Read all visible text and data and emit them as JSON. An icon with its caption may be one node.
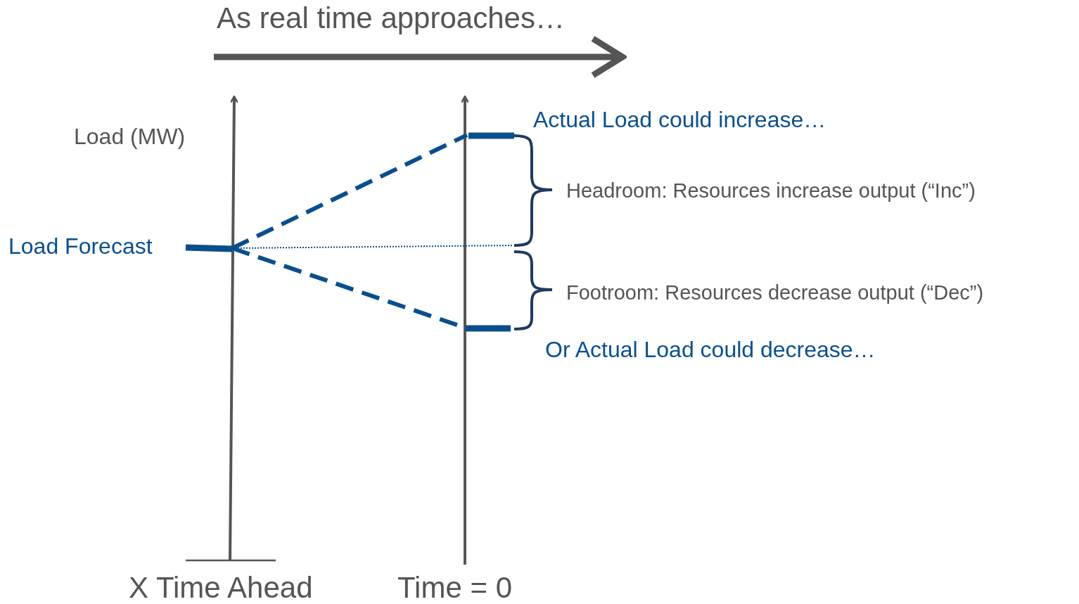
{
  "diagram": {
    "title": "As real time approaches…",
    "labels": [
      "Load (MW)",
      "Load Forecast",
      "Actual Load could increase…",
      "Headroom: Resources increase output (“Inc”)",
      "Footroom: Resources decrease output (“Dec”)",
      "Or Actual Load could decrease…",
      "X Time Ahead",
      "Time = 0"
    ]
  }
}
